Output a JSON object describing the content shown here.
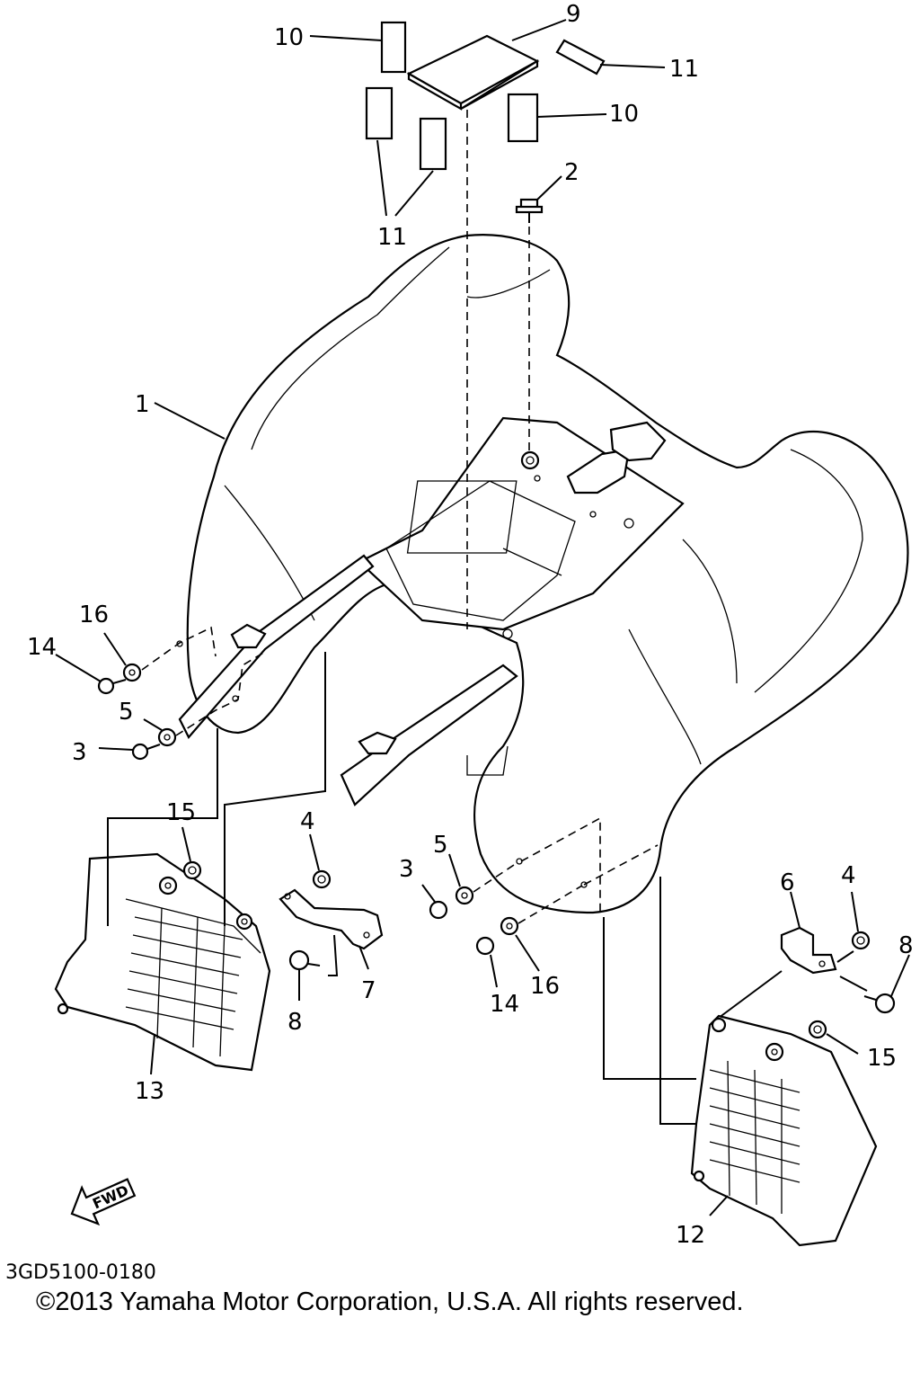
{
  "diagram": {
    "callouts": [
      {
        "id": "c1",
        "text": "1"
      },
      {
        "id": "c2",
        "text": "2"
      },
      {
        "id": "c3a",
        "text": "3"
      },
      {
        "id": "c3b",
        "text": "3"
      },
      {
        "id": "c4a",
        "text": "4"
      },
      {
        "id": "c4b",
        "text": "4"
      },
      {
        "id": "c5a",
        "text": "5"
      },
      {
        "id": "c5b",
        "text": "5"
      },
      {
        "id": "c6",
        "text": "6"
      },
      {
        "id": "c7",
        "text": "7"
      },
      {
        "id": "c8a",
        "text": "8"
      },
      {
        "id": "c8b",
        "text": "8"
      },
      {
        "id": "c9",
        "text": "9"
      },
      {
        "id": "c10a",
        "text": "10"
      },
      {
        "id": "c10b",
        "text": "10"
      },
      {
        "id": "c11a",
        "text": "11"
      },
      {
        "id": "c11b",
        "text": "11"
      },
      {
        "id": "c12",
        "text": "12"
      },
      {
        "id": "c13",
        "text": "13"
      },
      {
        "id": "c14a",
        "text": "14"
      },
      {
        "id": "c14b",
        "text": "14"
      },
      {
        "id": "c15a",
        "text": "15"
      },
      {
        "id": "c15b",
        "text": "15"
      },
      {
        "id": "c16a",
        "text": "16"
      },
      {
        "id": "c16b",
        "text": "16"
      }
    ],
    "fwd_label": "FWD",
    "diagram_code": "3GD5100-0180",
    "copyright": "©2013 Yamaha Motor Corporation, U.S.A. All rights reserved."
  }
}
